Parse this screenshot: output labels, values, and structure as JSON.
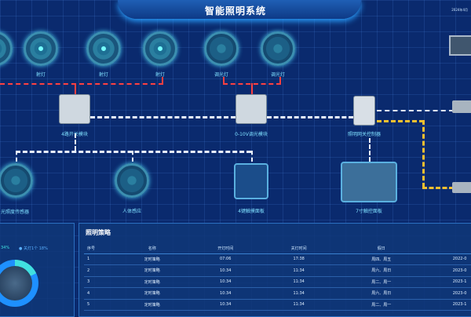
{
  "header": {
    "title": "智能照明系统",
    "date": "2024年4月"
  },
  "top_lamps": [
    {
      "label": "射灯"
    },
    {
      "label": "射灯"
    },
    {
      "label": "射灯"
    },
    {
      "label": "调光灯"
    },
    {
      "label": "调光灯"
    }
  ],
  "modules": [
    {
      "label": "4路开关模块"
    },
    {
      "label": "0-10V调光模块"
    },
    {
      "label": "照明网关控制器"
    }
  ],
  "bottom_devices": [
    {
      "label": "光照度传感器"
    },
    {
      "label": "人体感应"
    },
    {
      "label": "4键触摸面板"
    },
    {
      "label": "7寸触控面板"
    }
  ],
  "stats": {
    "on_pct": "34%",
    "off_label": "关灯1个",
    "off_pct": "18%",
    "colors": {
      "ring": "#1e90ff",
      "segment": "#40e0e0"
    }
  },
  "strategy": {
    "title": "照明策略",
    "columns": [
      "序号",
      "名称",
      "开灯时间",
      "关灯时间",
      "假日",
      ""
    ],
    "rows": [
      [
        "1",
        "定时策略",
        "07:06",
        "17:38",
        "周四、周五",
        "2022-0"
      ],
      [
        "2",
        "定时策略",
        "10:34",
        "11:34",
        "周六、周日",
        "2023-0"
      ],
      [
        "3",
        "定时策略",
        "10:34",
        "11:34",
        "周二、周一",
        "2023-1"
      ],
      [
        "4",
        "定时策略",
        "10:34",
        "11:34",
        "周六、周日",
        "2023-0"
      ],
      [
        "5",
        "定时策略",
        "10:34",
        "11:34",
        "周二、周一",
        "2023-1"
      ]
    ]
  }
}
